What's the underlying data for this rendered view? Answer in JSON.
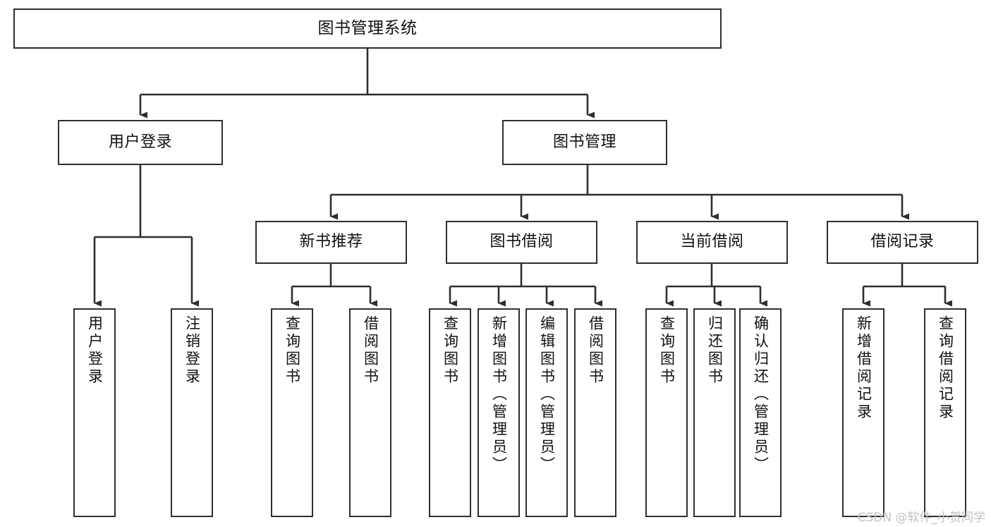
{
  "diagram": {
    "type": "tree-hierarchy-chart",
    "title": "图书管理系统",
    "edge_color": "#2f2f2f",
    "box_border_color": "#2f2f2f",
    "background_color": "#ffffff",
    "watermark": "CSDN @软件_小贺同学",
    "watermark_color": "#c2c2c2"
  },
  "root": {
    "label": "图书管理系统"
  },
  "tier1": [
    {
      "label": "用户登录"
    },
    {
      "label": "图书管理"
    }
  ],
  "tier2": [
    {
      "label": "新书推荐"
    },
    {
      "label": "图书借阅"
    },
    {
      "label": "当前借阅"
    },
    {
      "label": "借阅记录"
    }
  ],
  "leaves": {
    "user_login": [
      {
        "label": "用户登录"
      },
      {
        "label": "注销登录"
      }
    ],
    "new_book_recommend": [
      {
        "label": "查询图书"
      },
      {
        "label": "借阅图书"
      }
    ],
    "book_borrow": [
      {
        "label": "查询图书"
      },
      {
        "label": "新增图书（管理员）"
      },
      {
        "label": "编辑图书（管理员）"
      },
      {
        "label": "借阅图书"
      }
    ],
    "current_borrow": [
      {
        "label": "查询图书"
      },
      {
        "label": "归还图书"
      },
      {
        "label": "确认归还（管理员）"
      }
    ],
    "borrow_record": [
      {
        "label": "新增借阅记录"
      },
      {
        "label": "查询借阅记录"
      }
    ]
  }
}
